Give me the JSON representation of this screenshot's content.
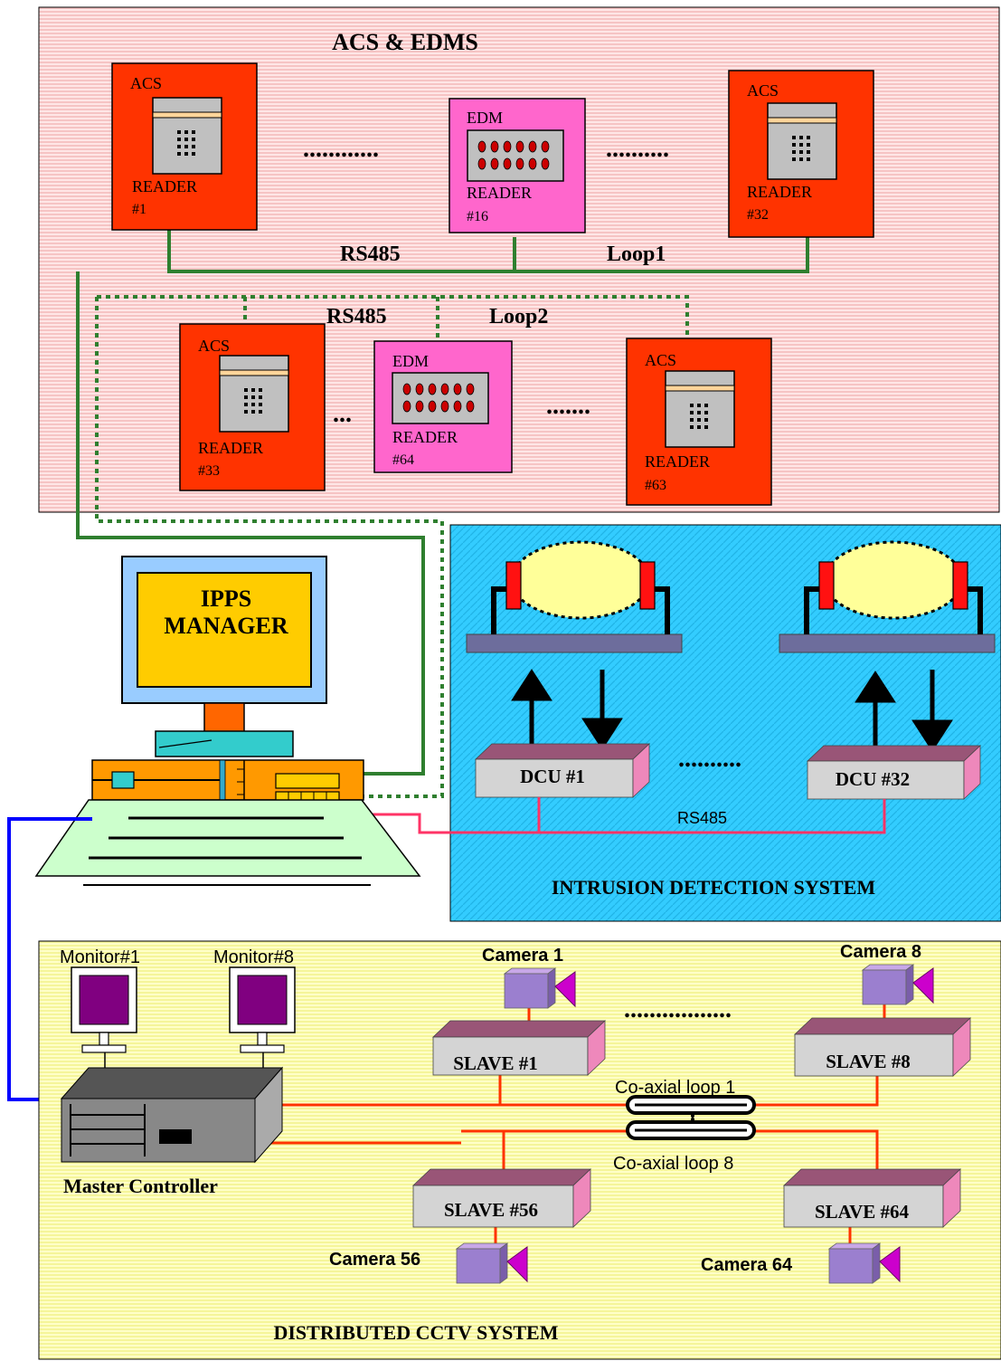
{
  "acs": {
    "title": "ACS & EDMS",
    "rs485_1": "RS485",
    "loop1": "Loop1",
    "rs485_2": "RS485",
    "loop2": "Loop2",
    "dots_a": "............",
    "dots_b": "..........",
    "dots_c": "...",
    "dots_d": ".......",
    "readers": [
      {
        "type": "ACS",
        "label": "READER",
        "num": "#1"
      },
      {
        "type": "EDM",
        "label": "READER",
        "num": "#16"
      },
      {
        "type": "ACS",
        "label": "READER",
        "num": "#32"
      },
      {
        "type": "ACS",
        "label": "READER",
        "num": "#33"
      },
      {
        "type": "EDM",
        "label": "READER",
        "num": "#64"
      },
      {
        "type": "ACS",
        "label": "READER",
        "num": "#63"
      }
    ]
  },
  "manager": {
    "line1": "IPPS",
    "line2": "MANAGER"
  },
  "ids": {
    "title": "INTRUSION DETECTION SYSTEM",
    "dcu1": "DCU #1",
    "dcu32": "DCU #32",
    "dots": "..........",
    "rs485": "RS485"
  },
  "cctv": {
    "title": "DISTRIBUTED CCTV SYSTEM",
    "monitor1": "Monitor#1",
    "monitor8": "Monitor#8",
    "monitor_dots": "..........",
    "master": "Master Controller",
    "camera1": "Camera 1",
    "camera8": "Camera 8",
    "camera56": "Camera 56",
    "camera64": "Camera 64",
    "slave1": "SLAVE #1",
    "slave8": "SLAVE #8",
    "slave56": "SLAVE #56",
    "slave64": "SLAVE #64",
    "coax1": "Co-axial loop 1",
    "coax8": "Co-axial loop 8",
    "slave_dots": ".................",
    "coax_dots": ":"
  },
  "colors": {
    "acs_bg": "#f8d4d4",
    "acs_box": "#ff3300",
    "edm_box": "#ff66cc",
    "ids_bg": "#33ccff",
    "cctv_bg": "#ffffaa",
    "green_line": "#2f7f2f",
    "blue_line": "#0000ff",
    "red_line": "#ff3333",
    "pink_line": "#ff3366"
  }
}
